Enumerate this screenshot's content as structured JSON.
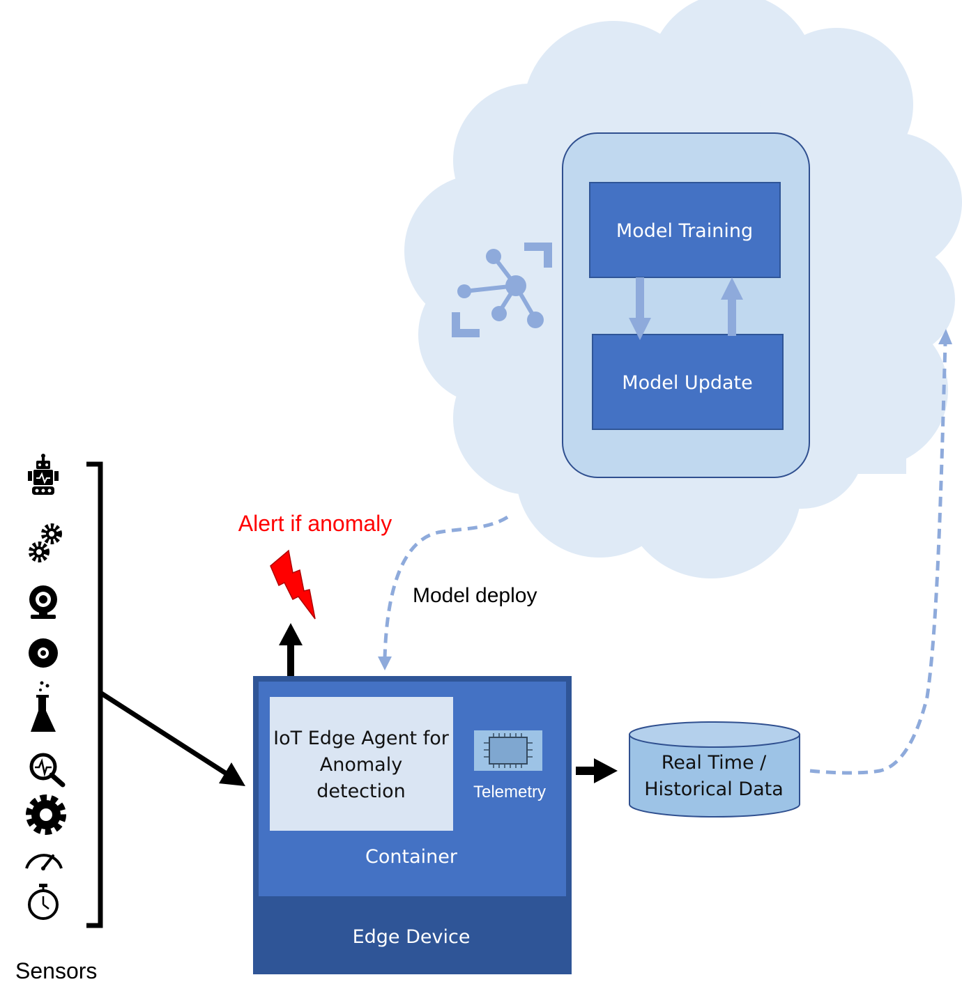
{
  "cloud": {
    "model_training_label": "Model Training",
    "model_update_label": "Model Update",
    "ml_icon": "network-graph-icon"
  },
  "edge": {
    "agent_label_line1": "IoT Edge Agent for",
    "agent_label_line2": "Anomaly",
    "agent_label_line3": "detection",
    "telemetry_label": "Telemetry",
    "container_label": "Container",
    "device_label": "Edge Device",
    "chip_icon": "chip-icon"
  },
  "storage": {
    "label_line1": "Real Time /",
    "label_line2": "Historical Data"
  },
  "alert": {
    "label": "Alert if anomaly",
    "icon": "lightning-icon"
  },
  "model_deploy_label": "Model deploy",
  "sensors": {
    "label": "Sensors",
    "icons": [
      "robot-icon",
      "gears-icon",
      "webcam-icon",
      "disc-icon",
      "flask-icon",
      "magnifier-pulse-icon",
      "gear-icon",
      "speedometer-icon",
      "stopwatch-icon"
    ]
  },
  "colors": {
    "cloud_fill": "#dfeaf6",
    "panel_fill": "#c0d8ef",
    "box_blue": "#4472c4",
    "device_blue": "#2f5597",
    "agent_fill": "#dae5f3",
    "db_fill": "#9dc3e6",
    "dashed_arrow": "#8eaadb",
    "alert_red": "#ff0000"
  }
}
